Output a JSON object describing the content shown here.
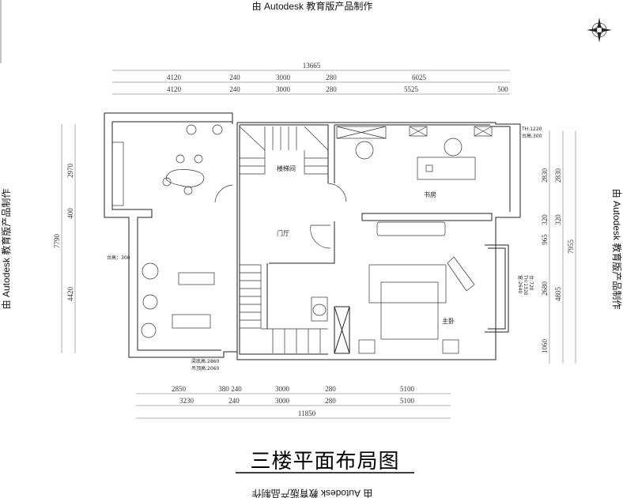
{
  "watermark": "由 Autodesk 教育版产品制作",
  "title": "三楼平面布局图",
  "rooms": {
    "stairwell": "楼梯间",
    "foyer": "门厅",
    "study": "书房",
    "master_bedroom": "主卧",
    "balcony_note": "台高：300"
  },
  "notes": {
    "study_window": [
      "TH:1220",
      "台高:300"
    ],
    "bedroom_window": [
      "窗:2640",
      "TH:1320",
      "台:720"
    ],
    "bottom": [
      "梁底高:2860",
      "吊顶高:2060"
    ]
  },
  "dimensions": {
    "top_total": "13665",
    "top_row1": [
      "4120",
      "240",
      "3000",
      "280",
      "6025"
    ],
    "top_row2": [
      "4120",
      "240",
      "3000",
      "280",
      "5525",
      "500"
    ],
    "bottom_row1": [
      "2850",
      "380",
      "240",
      "3000",
      "280",
      "5100"
    ],
    "bottom_row2": [
      "3230",
      "240",
      "3000",
      "280",
      "5100"
    ],
    "bottom_total": "11850",
    "left_total": "7790",
    "left_parts": [
      "2970",
      "400",
      "4420"
    ],
    "right_row1": [
      "2830",
      "320",
      "965",
      "2680",
      "1060"
    ],
    "right_row2": [
      "2830",
      "320",
      "4805"
    ],
    "right_total": "7955"
  }
}
